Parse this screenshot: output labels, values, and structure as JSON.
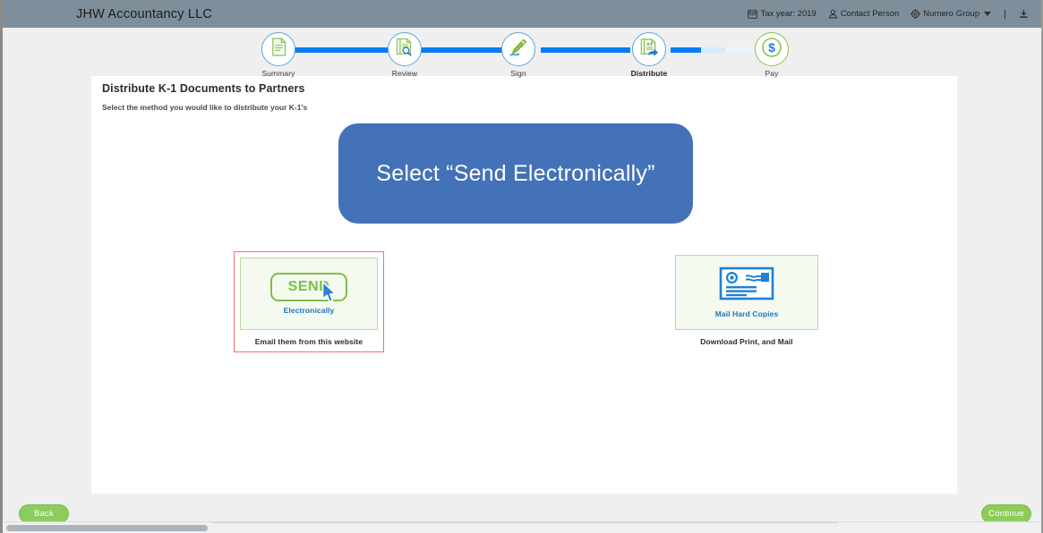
{
  "header": {
    "brand": "JHW Accountancy LLC",
    "tax_year": "Tax year: 2019",
    "tax_year_icon": "calendar-icon",
    "contact_person": "Contact Person",
    "contact_person_icon": "person-icon",
    "group": "Numero Group",
    "group_icon": "gear-icon",
    "separator": "|",
    "download_icon": "download-icon",
    "bar_color": "#7e8f9b"
  },
  "stepper": {
    "active_step": "Distribute",
    "accent_color": "#0a7cf5",
    "steps": [
      {
        "label": "Summary",
        "icon": "document-icon",
        "left_pct": 26.4,
        "ring": "blue",
        "active": false
      },
      {
        "label": "Review",
        "icon": "document-magnifier-icon",
        "left_pct": 38.5,
        "ring": "blue",
        "active": false
      },
      {
        "label": "Sign",
        "icon": "pen-signature-icon",
        "left_pct": 49.4,
        "ring": "blue",
        "active": false
      },
      {
        "label": "Distribute",
        "icon": "k1-document-share-icon",
        "left_pct": 62.0,
        "ring": "blue",
        "active": true
      },
      {
        "label": "Pay",
        "icon": "dollar-coin-icon",
        "left_pct": 73.8,
        "ring": "green",
        "active": false
      }
    ]
  },
  "main": {
    "title": "Distribute K-1 Documents to Partners",
    "subtitle": "Select the method you would like to distribute your K-1's",
    "callout": {
      "text": "Select “Send Electronically”",
      "color": "#4472b8"
    },
    "options": [
      {
        "id": "electronic",
        "icon": "send-button-icon",
        "icon_text": "SEND",
        "sub_label": "Electronically",
        "caption": "Email them from this website",
        "highlighted": true,
        "highlight_color": "#f2706e",
        "cursor_icon": "mouse-pointer-icon"
      },
      {
        "id": "mail",
        "icon": "envelope-mail-icon",
        "icon_text": "",
        "sub_label": "Mail Hard Copies",
        "caption": "Download Print, and Mail",
        "highlighted": false,
        "highlight_color": "",
        "cursor_icon": ""
      }
    ]
  },
  "footer": {
    "back_label": "Back",
    "continue_label": "Continue",
    "button_color": "#8ccc5c"
  }
}
